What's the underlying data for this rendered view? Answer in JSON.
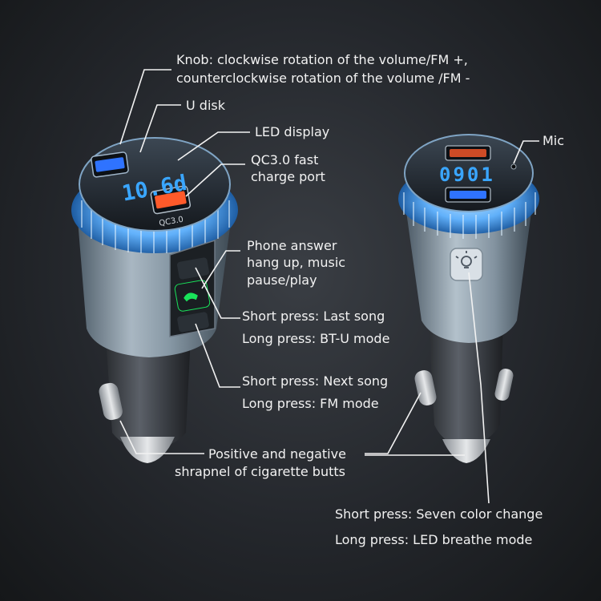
{
  "device": {
    "display_left": "10.6d",
    "display_right": "0901",
    "port_label": "QC3.0"
  },
  "callouts": {
    "knob_line1": "Knob: clockwise rotation of the volume/FM +,",
    "knob_line2": "counterclockwise rotation of the volume /FM -",
    "u_disk": "U disk",
    "led_display": "LED display",
    "qc_line1": "QC3.0 fast",
    "qc_line2": "charge port",
    "mic": "Mic",
    "phone_line1": "Phone answer",
    "phone_line2": "hang up, music",
    "phone_line3": "pause/play",
    "last_short": "Short press: Last song",
    "last_long": "Long press: BT-U mode",
    "next_short": "Short press: Next song",
    "next_long": "Long press: FM mode",
    "shrapnel_line1": "Positive and negative",
    "shrapnel_line2": "shrapnel of cigarette butts",
    "light_short": "Short press: Seven color change",
    "light_long": "Long press: LED breathe mode"
  },
  "colors": {
    "glow": "#5fb2ff",
    "display": "#3aa6ff",
    "port_orange": "#ff5a2a",
    "button_green": "#19e35a"
  }
}
